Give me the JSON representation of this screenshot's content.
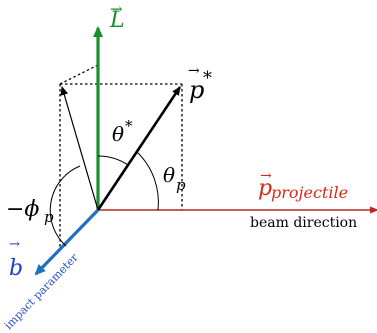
{
  "colors": {
    "L_axis": "#1a8f2e",
    "beam_axis": "#b5281f",
    "b_axis": "#1f6fc2",
    "projectile_label": "#d42a1a",
    "b_label": "#1c3fd0",
    "impact_label": "#2a50c8",
    "ink": "#000000"
  },
  "labels": {
    "L": "L",
    "p_star_base": "p",
    "p_star_sup": "*",
    "theta_star_base": "θ",
    "theta_star_sup": "*",
    "theta_p_base": "θ",
    "theta_p_sub": "p",
    "phi_p_base": "−ϕ",
    "phi_p_sub": "p",
    "p_proj_base": "p",
    "p_proj_sub": "projectile",
    "beam_direction": "beam direction",
    "b": "b",
    "impact_parameter": "impact parameter",
    "vec_arrow": "→"
  }
}
